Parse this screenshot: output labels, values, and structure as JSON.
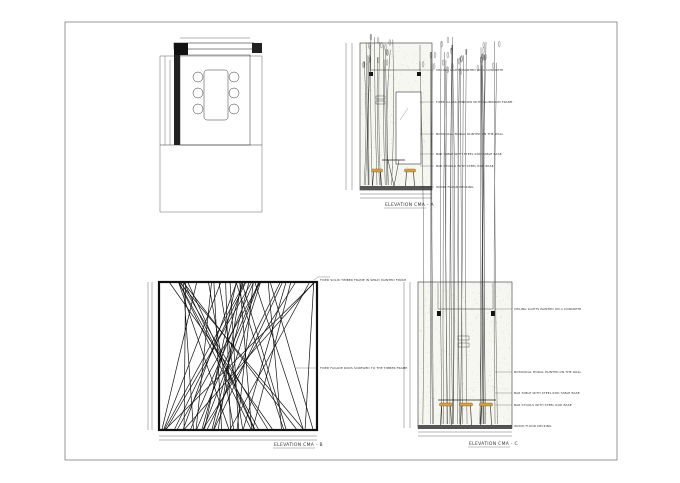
{
  "elevation_a": {
    "title": "ELEVATION CMA - A",
    "notes": [
      "CEILING LIGHTS PAINTED ON A CONCRETE",
      "FIXED GLASS WINDOW WITH ALUMINIUM FRAME",
      "BOTANICAL MURAL PAINTED ON THE WALL",
      "BAR TABLE WITH STEEL ROD TABLE BASE",
      "BAR STOOLS WITH STEEL ROD BASE",
      "WOOD FLOOR DECKING"
    ]
  },
  "elevation_b": {
    "title": "ELEVATION CMA - B",
    "notes": [
      "FIXED SOLID TIMBER FRAME IN SPRAY PAINTED FINISH",
      "FIXED FACADE RODS SCREWED TO THE TIMBER FRAME"
    ]
  },
  "elevation_c": {
    "title": "ELEVATION CMA - C",
    "notes": [
      "CEILING LIGHTS PAINTED ON A CONCRETE",
      "BOTANICAL MURAL PAINTED ON THE WALL",
      "BAR TABLE WITH STEEL ROD TABLE BASE",
      "BAR STOOLS WITH STEEL ROD BASE",
      "WOOD FLOOR DECKING"
    ]
  },
  "colors": {
    "line": "#222222",
    "stool_seat": "#e0a030",
    "floor": "#555555"
  }
}
